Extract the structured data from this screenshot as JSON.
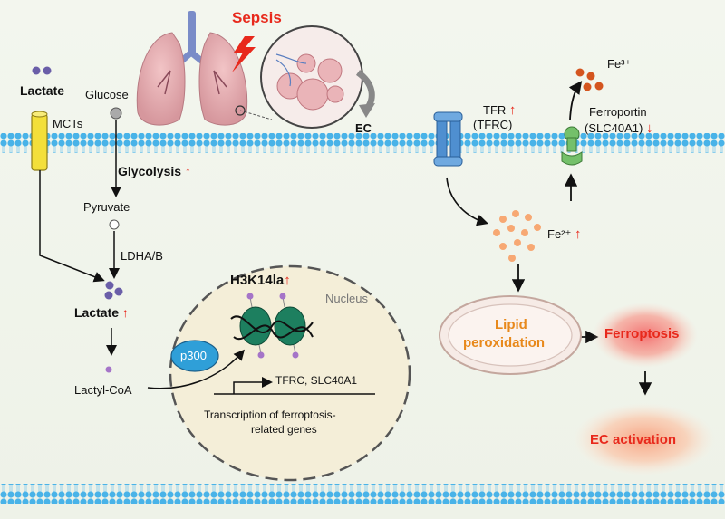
{
  "colors": {
    "arrow_up": "#e8291c",
    "membrane": "#3aa7dd",
    "sepsis": "#e8291c",
    "nucleus_fill": "#f4eed8"
  },
  "labels": {
    "sepsis": "Sepsis",
    "ec": "EC",
    "lactate_top": "Lactate",
    "mcts": "MCTs",
    "glucose": "Glucose",
    "glycolysis": "Glycolysis",
    "pyruvate": "Pyruvate",
    "ldha": "LDHA/B",
    "lactate_mid": "Lactate",
    "lactyl_coa": "Lactyl-CoA",
    "p300": "p300",
    "h3k14la": "H3K14la",
    "nucleus": "Nucleus",
    "tfrc_genes": "TFRC, SLC40A1",
    "transcription_1": "Transcription of ferroptosis-",
    "transcription_2": "related genes",
    "tfr_1": "TFR",
    "tfr_2": "(TFRC)",
    "fe3": "Fe³⁺",
    "ferroportin_1": "Ferroportin",
    "ferroportin_2": "(SLC40A1)",
    "fe2": "Fe²⁺",
    "lipid_1": "Lipid",
    "lipid_2": "peroxidation",
    "ferroptosis": "Ferroptosis",
    "ec_activation": "EC activation"
  },
  "arrows": {
    "up": "↑",
    "down": "↓"
  }
}
